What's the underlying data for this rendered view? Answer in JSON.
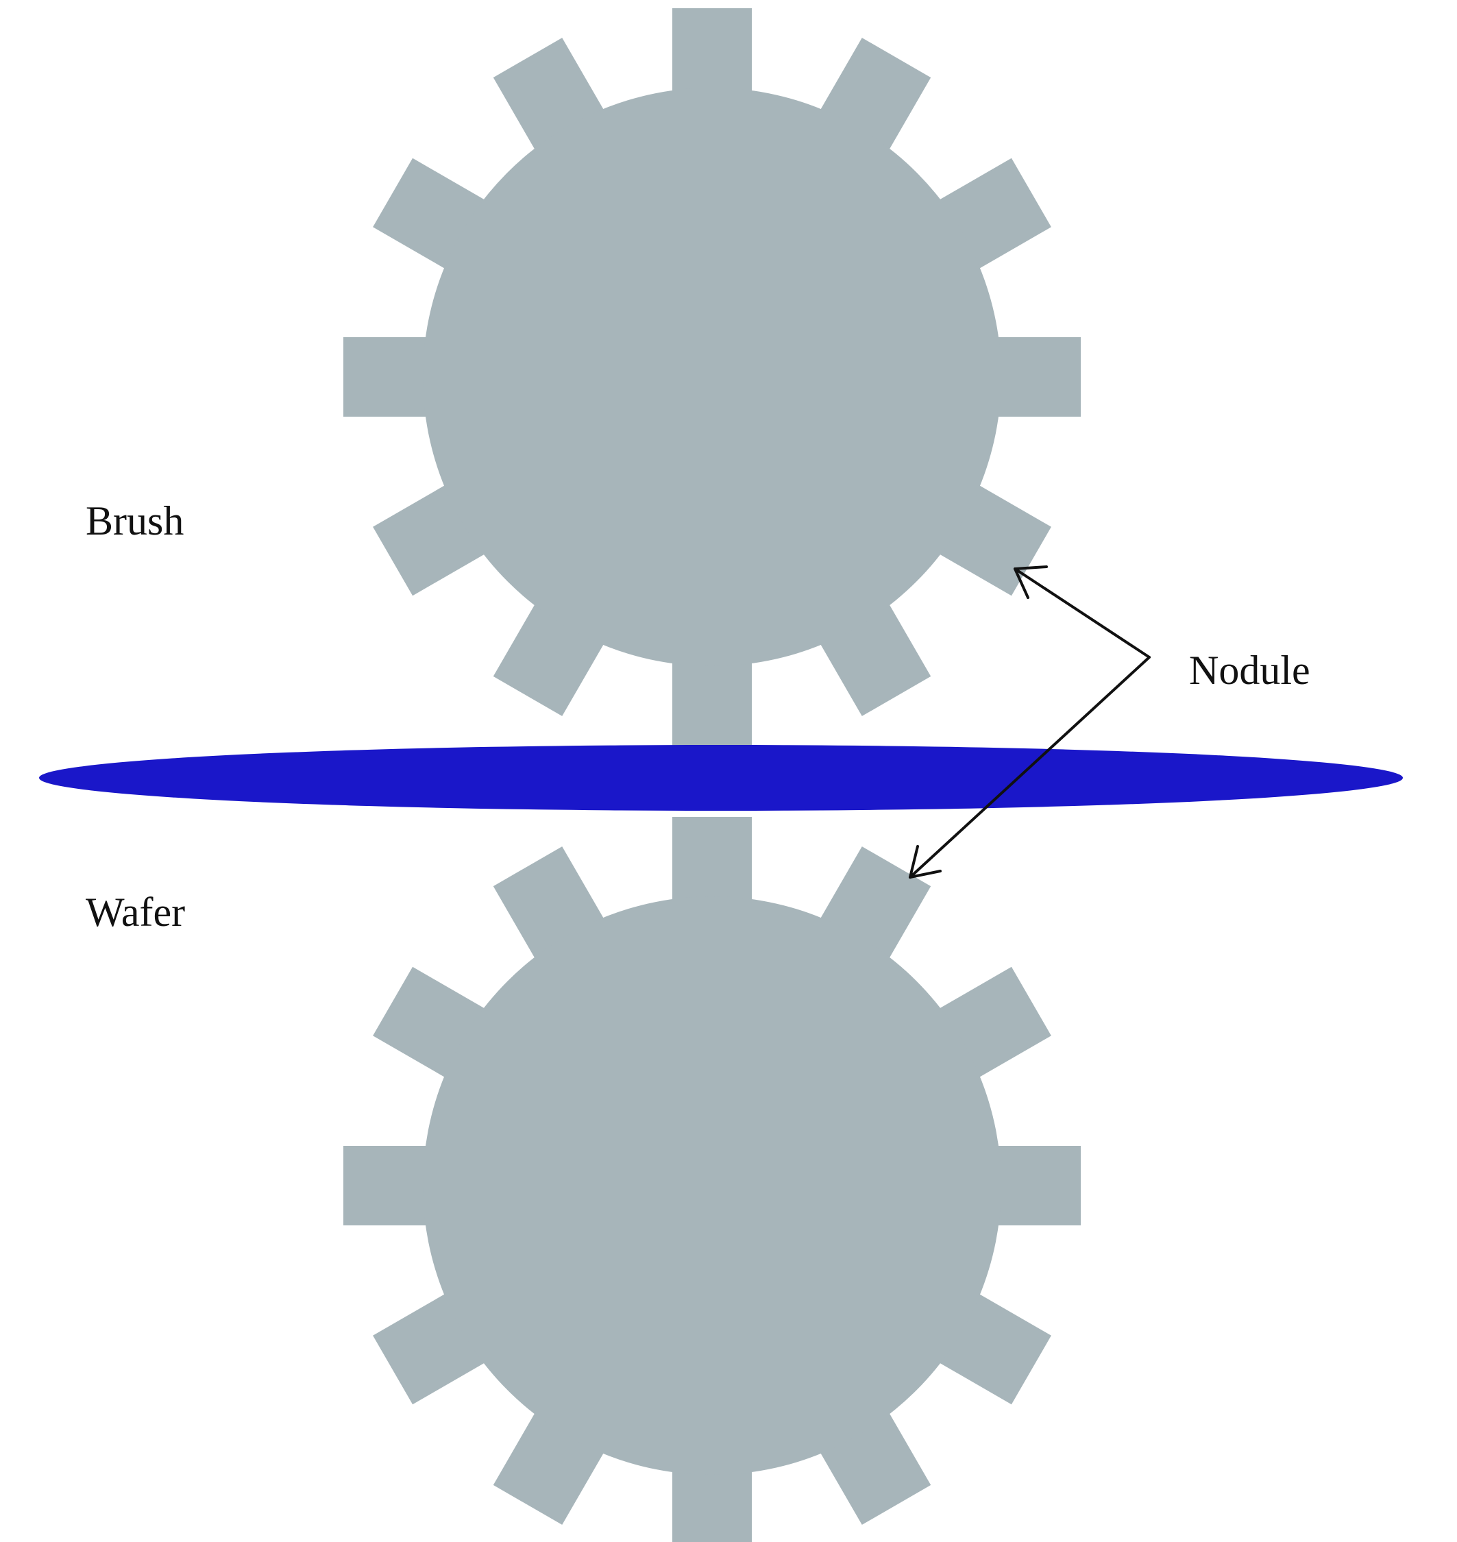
{
  "labels": {
    "brush": "Brush",
    "wafer": "Wafer",
    "nodule": "Nodule"
  },
  "colors": {
    "brush_fill": "#a7b5ba",
    "wafer_fill": "#1a17c9",
    "arrow": "#111111",
    "background": "#ffffff"
  },
  "shapes": {
    "brush_top": "gear",
    "brush_bottom": "gear",
    "wafer": "ellipse"
  }
}
